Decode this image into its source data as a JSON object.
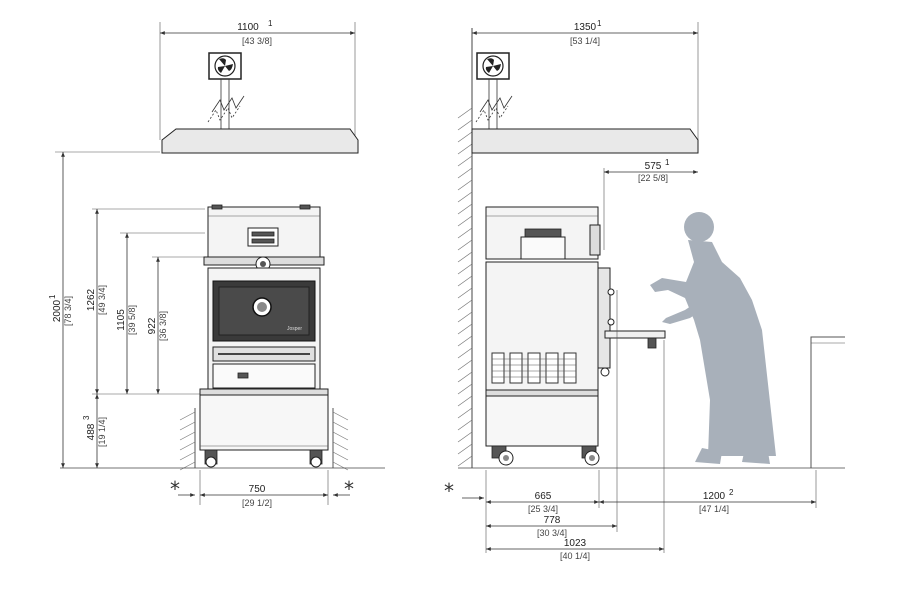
{
  "front": {
    "width_top": {
      "value": "1100",
      "sup": "1",
      "inch": "[43 3/8]"
    },
    "height_total": {
      "value": "2000",
      "sup": "1",
      "inch": "[78 3/4]"
    },
    "height_1262": {
      "value": "1262",
      "inch": "[49 3/4]"
    },
    "height_1105": {
      "value": "1105",
      "inch": "[39 5/8]"
    },
    "height_922": {
      "value": "922",
      "inch": "[36 3/8]"
    },
    "height_488": {
      "value": "488",
      "sup": "3",
      "inch": "[19 1/4]"
    },
    "width_bottom": {
      "value": "750",
      "inch": "[29 1/2]"
    },
    "asterisk": "*",
    "brand": "Josper"
  },
  "side": {
    "width_top": {
      "value": "1350",
      "sup": "1",
      "inch": "[53 1/4]"
    },
    "depth_575": {
      "value": "575",
      "sup": "1",
      "inch": "[22 5/8]"
    },
    "depth_665": {
      "value": "665",
      "inch": "[25 3/4]"
    },
    "depth_778": {
      "value": "778",
      "inch": "[30 3/4]"
    },
    "depth_1023": {
      "value": "1023",
      "inch": "[40 1/4]"
    },
    "clearance_1200": {
      "value": "1200",
      "sup": "2",
      "inch": "[47 1/4]"
    },
    "asterisk": "*"
  },
  "icons": [
    "extraction-fan-icon",
    "operator-silhouette"
  ]
}
